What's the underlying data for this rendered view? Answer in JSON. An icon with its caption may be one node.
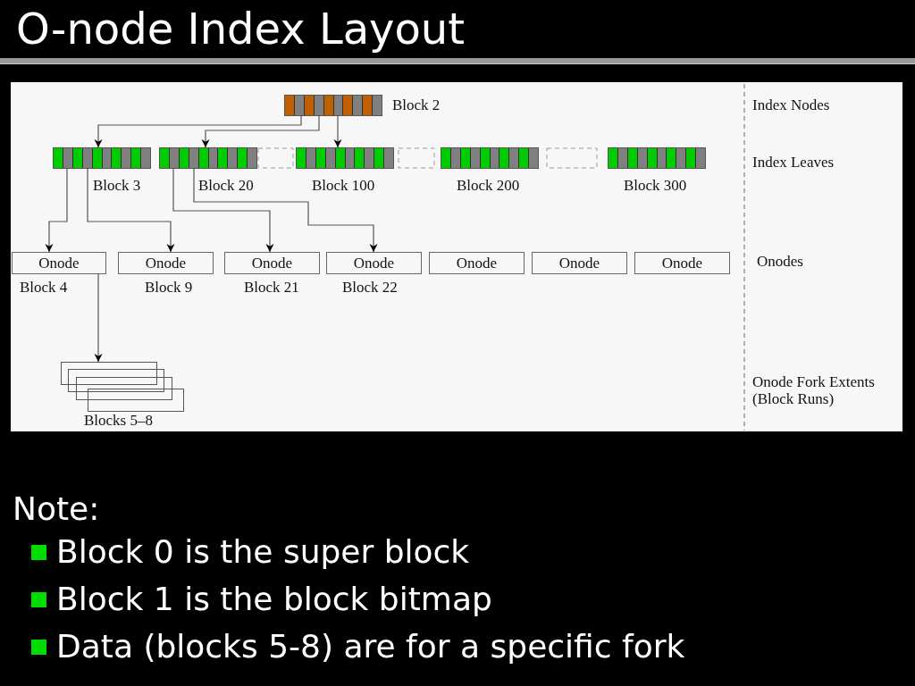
{
  "diagram": {
    "title": "O-node Index Layout",
    "nodes": [
      {
        "text": [],
        "shape": "bar",
        "beside": [
          "Block 2"
        ]
      },
      {
        "text": [],
        "shape": "bar",
        "beside": [
          "Block 3"
        ]
      },
      {
        "text": [],
        "shape": "bar",
        "beside": [
          "Block 20"
        ]
      },
      {
        "text": [],
        "shape": "bar",
        "beside": [
          "Block 100"
        ]
      },
      {
        "text": [],
        "shape": "bar",
        "beside": [
          "Block 200"
        ]
      },
      {
        "text": [],
        "shape": "bar",
        "beside": [
          "Block 300"
        ]
      },
      {
        "text": [
          "Onode"
        ],
        "beside": [
          "Block 4"
        ]
      },
      {
        "text": [
          "Onode"
        ],
        "beside": [
          "Block 9"
        ]
      },
      {
        "text": [
          "Onode"
        ],
        "beside": [
          "Block 21"
        ]
      },
      {
        "text": [
          "Onode"
        ],
        "beside": [
          "Block 22"
        ]
      },
      {
        "text": [
          "Onode"
        ]
      },
      {
        "text": [
          "Onode"
        ]
      },
      {
        "text": [
          "Onode"
        ]
      },
      {
        "text": [],
        "shape": "box",
        "beside": [
          "Blocks 5–8"
        ]
      }
    ],
    "edges": [
      {
        "from": 0,
        "to": 1,
        "arrow": "to"
      },
      {
        "from": 0,
        "to": 2,
        "arrow": "to"
      },
      {
        "from": 0,
        "to": 3,
        "arrow": "to"
      },
      {
        "from": 1,
        "to": 6,
        "arrow": "to"
      },
      {
        "from": 1,
        "to": 7,
        "arrow": "to"
      },
      {
        "from": 2,
        "to": 8,
        "arrow": "to"
      },
      {
        "from": 2,
        "to": 9,
        "arrow": "to"
      },
      {
        "from": 6,
        "to": 13,
        "arrow": "to"
      }
    ],
    "labels": [
      "Index Nodes",
      "Index Leaves",
      "Onodes",
      "Onode Fork Extents (Block Runs)",
      "Note:",
      "Block 0 is the super block",
      "Block 1 is the block bitmap",
      "Data (blocks 5-8) are for a specific fork"
    ]
  }
}
